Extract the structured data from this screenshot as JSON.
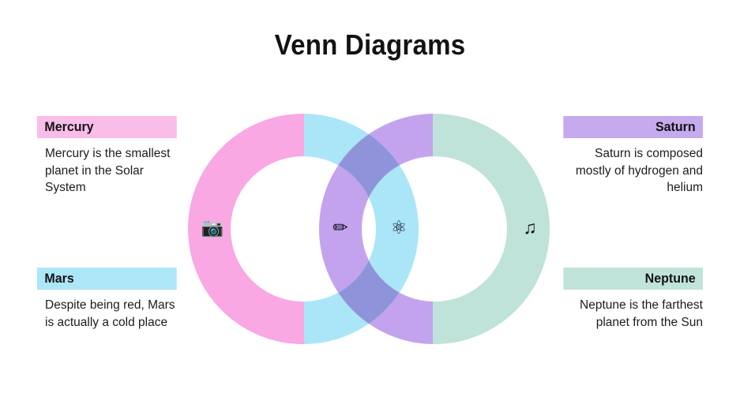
{
  "slide": {
    "title": "Venn Diagrams",
    "background": "#ffffff"
  },
  "blocks": [
    {
      "id": "mercury",
      "title": "Mercury",
      "body": "Mercury is the smallest planet in the Solar System",
      "header_color": "#f9bde8",
      "align": "left"
    },
    {
      "id": "mars",
      "title": "Mars",
      "body": "Despite being red, Mars is actually a cold place",
      "header_color": "#ace6f7",
      "align": "left"
    },
    {
      "id": "saturn",
      "title": "Saturn",
      "body": "Saturn is composed mostly of hydrogen and helium",
      "header_color": "#c5aaee",
      "align": "right"
    },
    {
      "id": "neptune",
      "title": "Neptune",
      "body": "Neptune is the farthest planet from the Sun",
      "header_color": "#c0e3da",
      "align": "right"
    }
  ],
  "venn": {
    "left_circle": {
      "left_half_color": "#f9a8e4",
      "right_half_color": "#aae6f8"
    },
    "right_circle": {
      "left_half_color": "#c3a3ee",
      "right_half_color": "#bfe2d9"
    },
    "overlap_color": "#8f94da",
    "ring_inner_color": "#ffffff",
    "icons": [
      {
        "id": "camera",
        "name": "camera-icon",
        "glyph": "📷",
        "region": "left-pink"
      },
      {
        "id": "pencil",
        "name": "pencil-icon",
        "glyph": "✏",
        "region": "overlap-purple"
      },
      {
        "id": "atom",
        "name": "atom-icon",
        "glyph": "⚛",
        "region": "center-blue"
      },
      {
        "id": "music",
        "name": "music-note-icon",
        "glyph": "♫",
        "region": "right-mint"
      }
    ]
  }
}
